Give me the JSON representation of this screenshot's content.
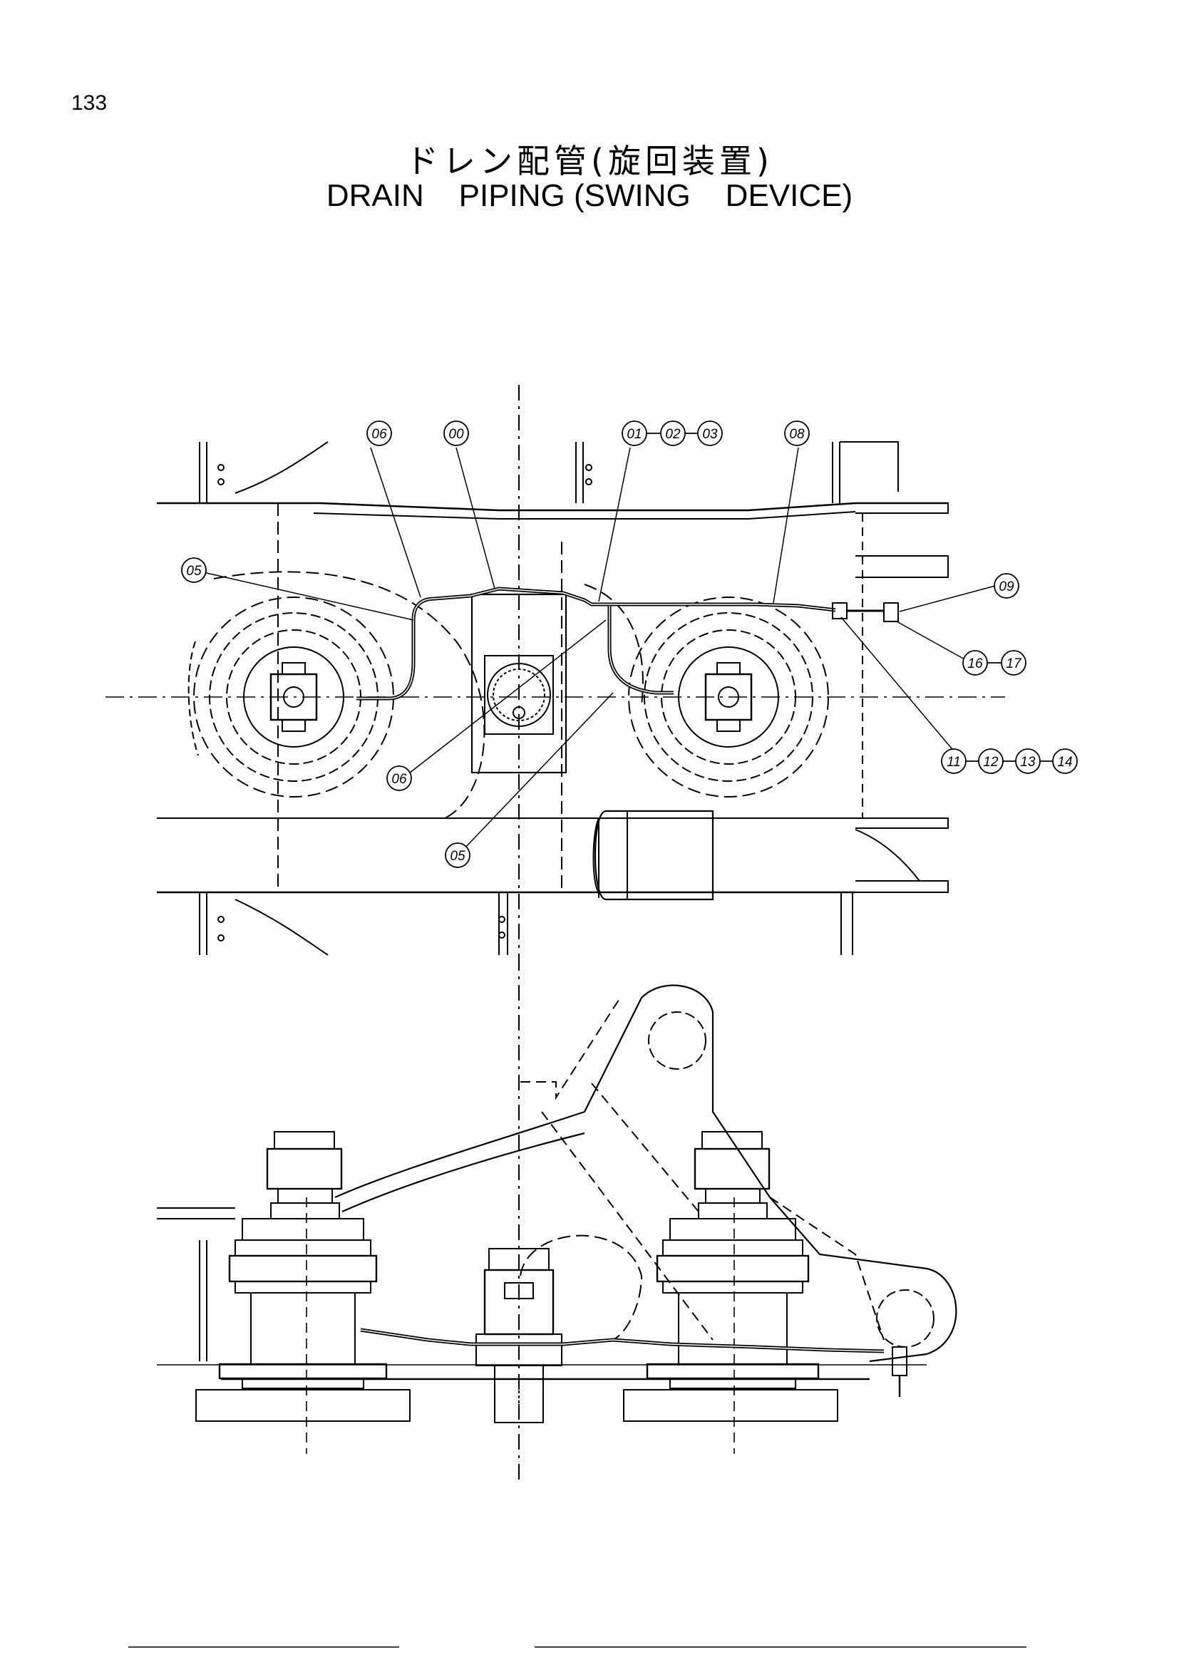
{
  "page_number": "133",
  "title_japanese": "ドレン配管(旋回装置)",
  "title_english": "DRAIN    PIPING (SWING    DEVICE)",
  "callouts": [
    {
      "id": "c-06-top",
      "labels": [
        "06"
      ]
    },
    {
      "id": "c-00",
      "labels": [
        "00"
      ]
    },
    {
      "id": "c-01-03",
      "labels": [
        "01",
        "02",
        "03"
      ]
    },
    {
      "id": "c-08",
      "labels": [
        "08"
      ]
    },
    {
      "id": "c-05-left",
      "labels": [
        "05"
      ]
    },
    {
      "id": "c-09",
      "labels": [
        "09"
      ]
    },
    {
      "id": "c-16-17",
      "labels": [
        "16",
        "17"
      ]
    },
    {
      "id": "c-06-mid",
      "labels": [
        "06"
      ]
    },
    {
      "id": "c-11-14",
      "labels": [
        "11",
        "12",
        "13",
        "14"
      ]
    },
    {
      "id": "c-05-bottom",
      "labels": [
        "05"
      ]
    }
  ]
}
